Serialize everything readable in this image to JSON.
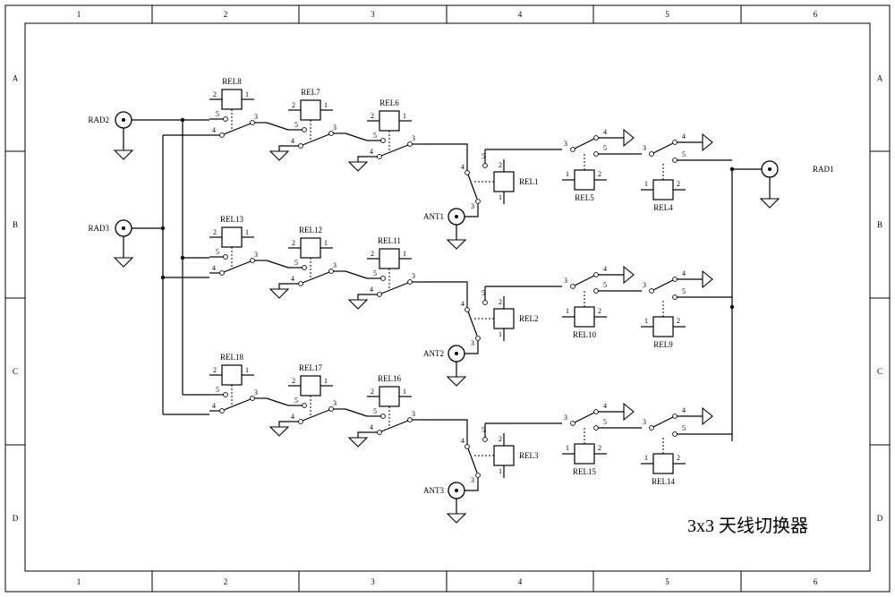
{
  "title": "3x3 天线切换器",
  "grid": {
    "columns": [
      "1",
      "2",
      "3",
      "4",
      "5",
      "6"
    ],
    "rows": [
      "A",
      "B",
      "C",
      "D"
    ]
  },
  "pins": {
    "p1": "1",
    "p2": "2",
    "p3": "3",
    "p4": "4",
    "p5": "5"
  },
  "connectors": {
    "rad1": "RAD1",
    "rad2": "RAD2",
    "rad3": "RAD3",
    "ant1": "ANT1",
    "ant2": "ANT2",
    "ant3": "ANT3"
  },
  "relays": {
    "r1": "REL1",
    "r2": "REL2",
    "r3": "REL3",
    "r4": "REL4",
    "r5": "REL5",
    "r6": "REL6",
    "r7": "REL7",
    "r8": "REL8",
    "r9": "REL9",
    "r10": "REL10",
    "r11": "REL11",
    "r12": "REL12",
    "r13": "REL13",
    "r14": "REL14",
    "r15": "REL15",
    "r16": "REL16",
    "r17": "REL17",
    "r18": "REL18"
  }
}
